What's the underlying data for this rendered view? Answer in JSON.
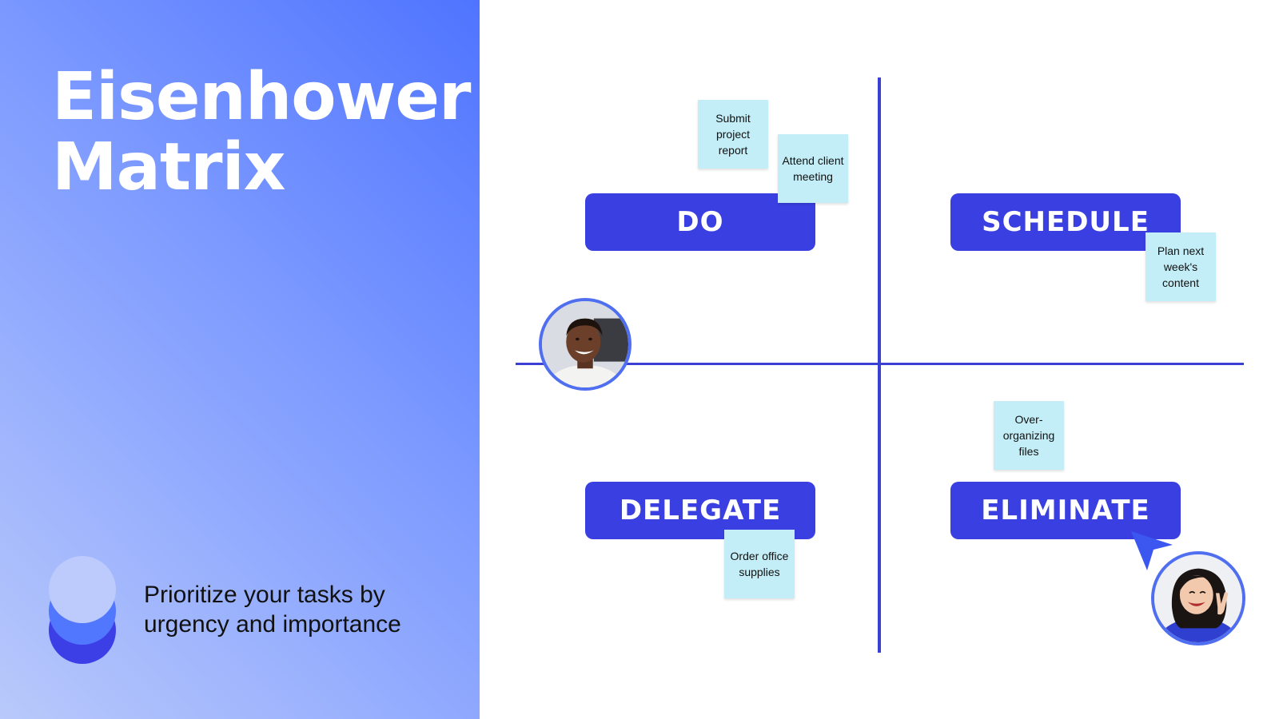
{
  "title": {
    "line1": "Eisenhower",
    "line2": "Matrix"
  },
  "subtitle": {
    "line1": "Prioritize your tasks by",
    "line2": "urgency and importance"
  },
  "quadrants": {
    "do": "DO",
    "schedule": "SCHEDULE",
    "delegate": "DELEGATE",
    "eliminate": "ELIMINATE"
  },
  "notes": {
    "submit_report": "Submit project report",
    "attend_meeting": "Attend client meeting",
    "plan_content": "Plan next week's content",
    "order_supplies": "Order office supplies",
    "over_organizing": "Over-organizing files"
  },
  "colors": {
    "accent": "#3a3fe2",
    "axis": "#3b40d4",
    "sticky": "#c3eef7",
    "panel_start": "#4f74ff",
    "panel_end": "#b9c9fb"
  },
  "icons": {
    "cursor": "pointer-arrow-icon"
  }
}
